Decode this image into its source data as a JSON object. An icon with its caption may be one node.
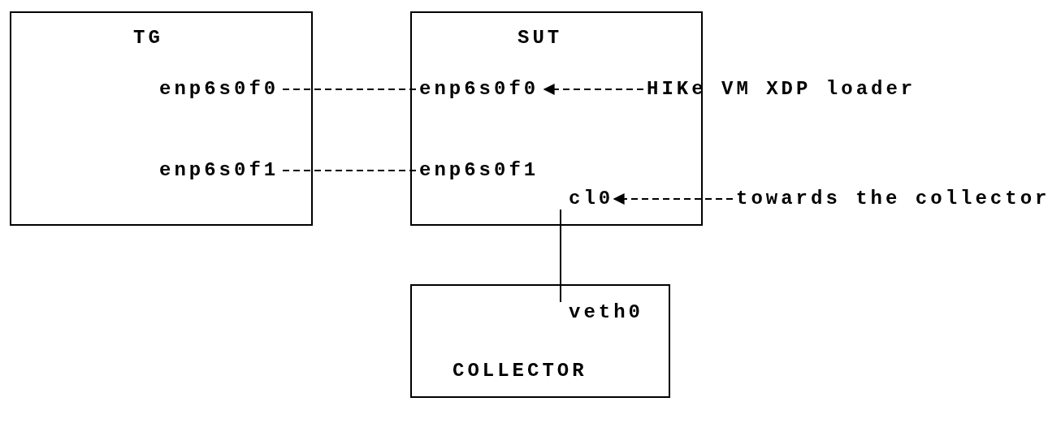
{
  "diagram": {
    "nodes": [
      {
        "text": [
          "TG"
        ]
      },
      {
        "text": [
          "enp6s0f0"
        ],
        "in": 0
      },
      {
        "text": [
          "enp6s0f1"
        ],
        "in": 0
      },
      {
        "text": [
          "SUT"
        ]
      },
      {
        "text": [
          "enp6s0f0"
        ],
        "in": 3
      },
      {
        "text": [
          "enp6s0f1"
        ],
        "in": 3
      },
      {
        "text": [
          "cl0"
        ],
        "in": 3
      },
      {
        "text": [
          "COLLECTOR"
        ]
      },
      {
        "text": [
          "veth0"
        ],
        "in": 7
      },
      {
        "text": [
          "HIKe VM XDP loader"
        ]
      },
      {
        "text": [
          "towards the collector"
        ]
      }
    ],
    "edges": [
      {
        "from": 1,
        "to": 4,
        "arrow": "none",
        "style": "dashed"
      },
      {
        "from": 2,
        "to": 5,
        "arrow": "none",
        "style": "dashed"
      },
      {
        "from": 9,
        "to": 4,
        "arrow": "to",
        "style": "dashed"
      },
      {
        "from": 10,
        "to": 6,
        "arrow": "to",
        "style": "dashed"
      },
      {
        "from": 6,
        "to": 8,
        "arrow": "none"
      }
    ]
  }
}
